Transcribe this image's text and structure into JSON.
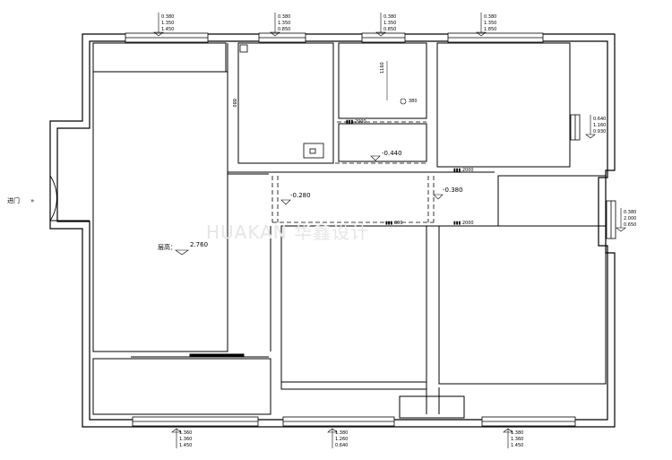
{
  "entrance": {
    "label": "进门"
  },
  "watermark": {
    "text": "HUAKAN 华鑫设计"
  },
  "living": {
    "label": "层高：",
    "height": "2.760"
  },
  "levels": {
    "kitchen": "-0.440",
    "corridor_left": "-0.280",
    "corridor_right": "-0.380"
  },
  "small_room": {
    "vertical": "1160",
    "note": "380"
  },
  "kitchen_side": {
    "dim": "880"
  },
  "door_tags": {
    "kitchen_bottom": "2000",
    "passage_upper": "2000",
    "bedroom_left_door": "800",
    "bedroom_right_door": "2000"
  },
  "annotations": {
    "top_1": [
      "0.380",
      "1.350",
      "1.450"
    ],
    "top_2": [
      "0.380",
      "1.350",
      "0.850"
    ],
    "top_3": [
      "0.380",
      "1.350",
      "0.850"
    ],
    "top_4": [
      "0.380",
      "1.350",
      "1.850"
    ],
    "right_1": [
      "0.640",
      "1.160",
      "0.930"
    ],
    "right_2": [
      "0.380",
      "2.000",
      "0.650"
    ],
    "bottom_1": [
      "1.360",
      "1.360",
      "1.450"
    ],
    "bottom_2": [
      "1.380",
      "1.260",
      "0.640"
    ],
    "bottom_3": [
      "1.380",
      "1.360",
      "1.450"
    ]
  }
}
